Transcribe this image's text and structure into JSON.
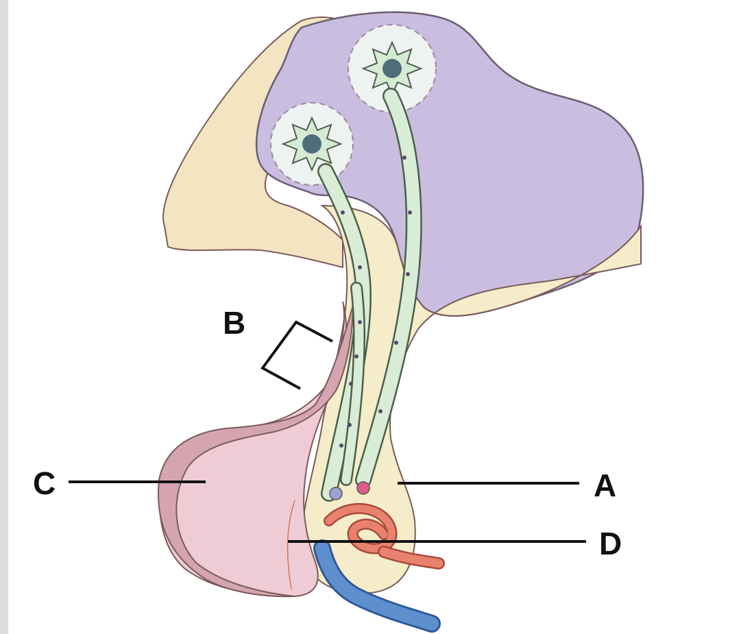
{
  "labels": {
    "a": "A",
    "b": "B",
    "c": "C",
    "d": "D"
  },
  "colors": {
    "hypothalamus": "#c9bde0",
    "stalk_tissue": "#f5ecc9",
    "posterior_lobe": "#f0d8dc",
    "anterior_lobe": "#efccd5",
    "anterior_rim": "#d4a4b0",
    "axon": "#d8ecd6",
    "artery": "#e8826e",
    "vein": "#5e8fcf",
    "leader_line": "#111111"
  },
  "icons": [
    "neuron-cell-body-icon",
    "portal-capillary-icon"
  ]
}
